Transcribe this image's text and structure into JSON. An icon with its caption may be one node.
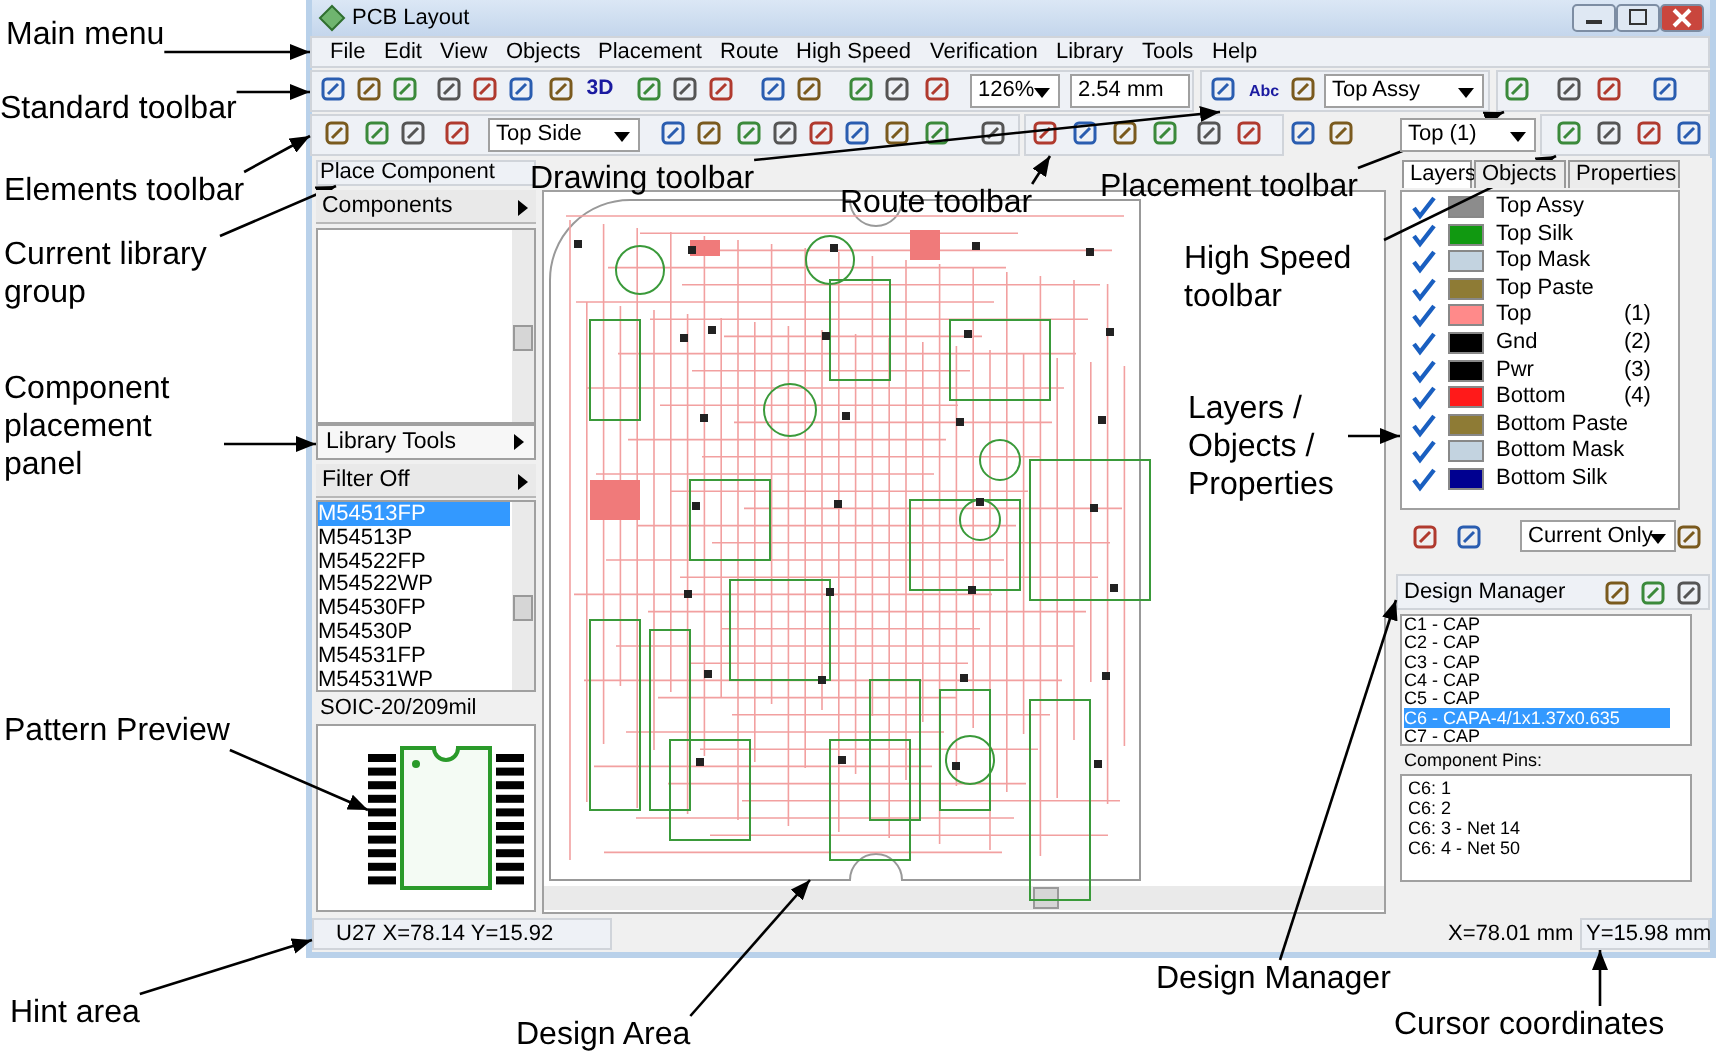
{
  "diagram": {
    "nodes": [
      {
        "text": [
          "Main menu"
        ]
      },
      {
        "text": [],
        "shape": "bar"
      },
      {
        "text": [
          "Standard toolbar"
        ]
      },
      {
        "text": [],
        "shape": "bar"
      },
      {
        "text": [
          "Elements toolbar"
        ]
      },
      {
        "text": [],
        "shape": "bar"
      },
      {
        "text": [
          "Current library group"
        ]
      },
      {
        "text": [],
        "shape": "bar"
      },
      {
        "text": [
          "Component placement panel"
        ]
      },
      {
        "text": [],
        "shape": "box"
      },
      {
        "text": [
          "Pattern Preview"
        ]
      },
      {
        "text": [],
        "shape": "picture"
      },
      {
        "text": [
          "Hint area"
        ]
      },
      {
        "text": [],
        "shape": "bar"
      },
      {
        "text": [
          "Drawing toolbar"
        ]
      },
      {
        "text": [],
        "shape": "bar"
      },
      {
        "text": [
          "Route toolbar"
        ]
      },
      {
        "text": [],
        "shape": "bar"
      },
      {
        "text": [
          "Placement toolbar"
        ]
      },
      {
        "text": [],
        "shape": "bar"
      },
      {
        "text": [
          "High Speed toolbar"
        ]
      },
      {
        "text": [],
        "shape": "bar"
      },
      {
        "text": [
          "Layers / Objects / Properties"
        ]
      },
      {
        "text": [],
        "shape": "box"
      },
      {
        "text": [
          "Design Manager"
        ]
      },
      {
        "text": [],
        "shape": "bar"
      },
      {
        "text": [
          "Design Area"
        ]
      },
      {
        "text": [],
        "shape": "picture"
      },
      {
        "text": [
          "Cursor coordinates"
        ]
      },
      {
        "text": [],
        "shape": "bar"
      }
    ],
    "edges": [
      {
        "from": 0,
        "to": 1,
        "arrow": "to"
      },
      {
        "from": 2,
        "to": 3,
        "arrow": "to"
      },
      {
        "from": 4,
        "to": 5,
        "arrow": "to"
      },
      {
        "from": 6,
        "to": 7,
        "arrow": "to"
      },
      {
        "from": 8,
        "to": 9,
        "arrow": "to"
      },
      {
        "from": 10,
        "to": 11,
        "arrow": "to"
      },
      {
        "from": 12,
        "to": 13,
        "arrow": "to"
      },
      {
        "from": 14,
        "to": 15,
        "arrow": "to"
      },
      {
        "from": 16,
        "to": 17,
        "arrow": "to"
      },
      {
        "from": 18,
        "to": 19,
        "arrow": "to"
      },
      {
        "from": 20,
        "to": 21,
        "arrow": "to"
      },
      {
        "from": 22,
        "to": 23,
        "arrow": "to"
      },
      {
        "from": 24,
        "to": 25,
        "arrow": "to"
      },
      {
        "from": 26,
        "to": 27,
        "arrow": "to"
      },
      {
        "from": 28,
        "to": 29,
        "arrow": "to"
      }
    ],
    "labels": [
      "PCB Layout",
      "File",
      "Edit",
      "View",
      "Objects",
      "Placement",
      "Route",
      "High Speed",
      "Verification",
      "Library",
      "Tools",
      "Help",
      "3D",
      "126%",
      "2.54 mm",
      "Abc",
      "Top Assy",
      "Top Side",
      "Top (1)",
      "Place Component",
      "Components",
      "Library Tools",
      "Filter Off",
      "M54513FP",
      "M54513P",
      "M54522FP",
      "M54522WP",
      "M54530FP",
      "M54530P",
      "M54531FP",
      "M54531WP",
      "SOIC-20/209mil",
      "Layers",
      "Objects",
      "Properties",
      "Top Assy",
      "Top Silk",
      "Top Mask",
      "Top Paste",
      "Top",
      "(1)",
      "Gnd",
      "(2)",
      "Pwr",
      "(3)",
      "Bottom",
      "(4)",
      "Bottom Paste",
      "Bottom Mask",
      "Bottom Silk",
      "Current Only",
      "Design Manager",
      "C1 - CAP",
      "C2 - CAP",
      "C3 - CAP",
      "C4 - CAP",
      "C5 - CAP",
      "C6 - CAPA-4/1x1.37x0.635",
      "C7 - CAP",
      "Component Pins:",
      "C6: 1",
      "C6: 2",
      "C6: 3 - Net 14",
      "C6: 4 - Net 50",
      "U27  X=78.14  Y=15.92",
      "X=78.01 mm",
      "Y=15.98 mm"
    ]
  }
}
